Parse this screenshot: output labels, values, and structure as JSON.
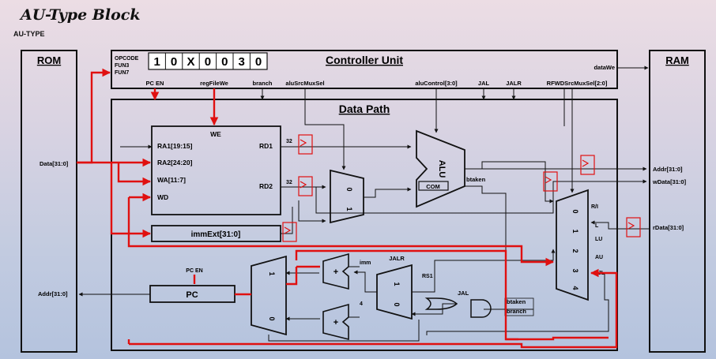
{
  "header": {
    "title": "AU-Type Block",
    "subtitle": "AU-TYPE"
  },
  "rom": {
    "label": "ROM",
    "data_port": "Data[31:0]",
    "addr_port": "Addr[31:0]"
  },
  "ram": {
    "label": "RAM",
    "addr_port": "Addr[31:0]",
    "wdata_port": "wData[31:0]",
    "rdata_port": "rData[31:0]"
  },
  "controller": {
    "title": "Controller Unit",
    "field_labels": [
      "OPCODE",
      "FUN3",
      "FUN7"
    ],
    "bits": [
      "1",
      "0",
      "X",
      "0",
      "0",
      "3",
      "0"
    ],
    "data_we": "dataWe",
    "signals": {
      "pc_en": "PC EN",
      "regfile_we": "regFileWe",
      "branch": "branch",
      "alusrc": "aluSrcMuxSel",
      "aluctrl": "aluControl[3:0]",
      "jal": "JAL",
      "jalr": "JALR",
      "rfwd": "RFWDSrcMuxSel[2:0]"
    }
  },
  "datapath": {
    "title": "Data Path",
    "regfile": {
      "we": "WE",
      "ra1": "RA1[19:15]",
      "ra2": "RA2[24:20]",
      "wa": "WA[11:7]",
      "wd": "WD",
      "rd1": "RD1",
      "rd2": "RD2"
    },
    "imm_ext": "immExt[31:0]",
    "alu": {
      "label": "ALU",
      "com": "COM",
      "btaken": "btaken"
    },
    "alusrc_mux": {
      "in0": "0",
      "in1": "1"
    },
    "width_32": "32",
    "wb_mux": [
      "R/I",
      "L",
      "LU",
      "AU",
      "J/JL"
    ],
    "wb_mux_inputs": [
      "0",
      "1",
      "2",
      "3",
      "4"
    ],
    "pc": {
      "label": "PC",
      "en": "PC EN"
    },
    "pc_mux": {
      "in1": "1",
      "in0": "0"
    },
    "jalr_mux": {
      "label": "JALR",
      "in1": "1",
      "in0": "0",
      "rs1": "RS1"
    },
    "adder_imm": "imm",
    "adder_const": "4",
    "gate": {
      "jal": "JAL",
      "btaken": "btaken",
      "branch": "branch"
    }
  }
}
